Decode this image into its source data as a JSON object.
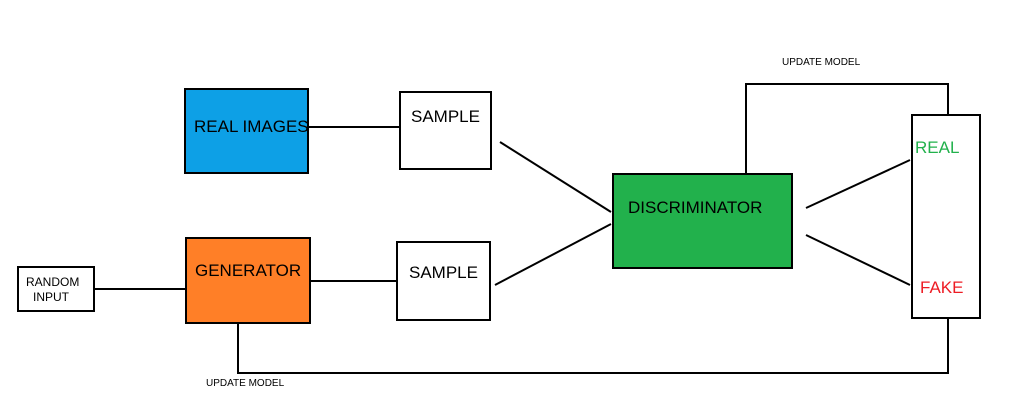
{
  "nodes": {
    "random_input": {
      "label_line1": "RANDOM",
      "label_line2": "INPUT"
    },
    "real_images": {
      "label": "REAL IMAGES",
      "color": "#0da0e6"
    },
    "generator": {
      "label": "GENERATOR",
      "color": "#ff7f27"
    },
    "sample_top": {
      "label": "SAMPLE"
    },
    "sample_bottom": {
      "label": "SAMPLE"
    },
    "discriminator": {
      "label": "DISCRIMINATOR",
      "color": "#22b14c"
    },
    "output": {
      "real_label": "REAL",
      "real_color": "#22b14c",
      "fake_label": "FAKE",
      "fake_color": "#ed1c24"
    }
  },
  "annotations": {
    "update_model_top": "UPDATE MODEL",
    "update_model_bottom": "UPDATE MODEL"
  }
}
